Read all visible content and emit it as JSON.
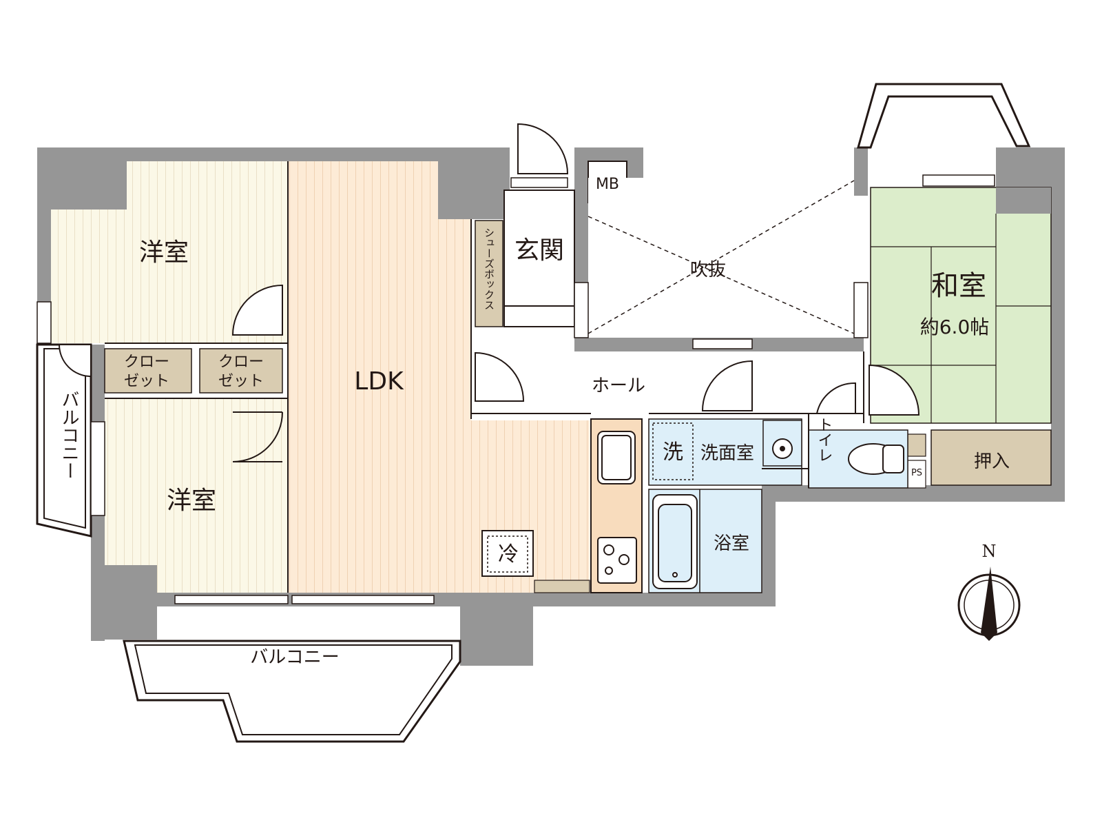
{
  "rooms": {
    "western_room_upper": "洋室",
    "western_room_lower": "洋室",
    "ldk": "LDK",
    "entrance": "玄関",
    "shoe_box": "シューズボックス",
    "mb": "MB",
    "void": "吹抜",
    "hall": "ホール",
    "japanese_room": "和室",
    "japanese_room_size": "約6.0帖",
    "closet_left_line1": "クロー",
    "closet_left_line2": "ゼット",
    "closet_right_line1": "クロー",
    "closet_right_line2": "ゼット",
    "washroom": "洗面室",
    "washer": "洗",
    "bathroom": "浴室",
    "toilet": "トイレ",
    "ps": "PS",
    "storage": "押入",
    "fridge": "冷",
    "balcony_side": "バルコニー",
    "balcony_main": "バルコニー",
    "compass_north": "N"
  },
  "colors": {
    "wall": "#969696",
    "western_floor": "#fbf8e7",
    "ldk_floor": "#fdebd6",
    "japanese_floor": "#dcedcb",
    "closet": "#d9ccb1",
    "wet_area": "#ddeff9",
    "kitchen_counter": "#f8dcbd",
    "line": "#231815"
  }
}
